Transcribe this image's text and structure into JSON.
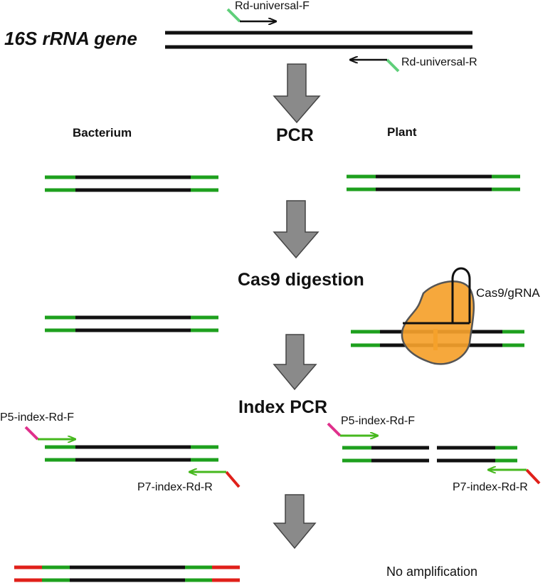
{
  "gene_label": "16S rRNA gene",
  "primers": {
    "universal_f": "Rd-universal-F",
    "universal_r": "Rd-universal-R",
    "p5": "P5-index-Rd-F",
    "p7": "P7-index-Rd-R"
  },
  "steps": {
    "pcr": "PCR",
    "cas9": "Cas9 digestion",
    "index_pcr": "Index PCR"
  },
  "columns": {
    "bacterium": "Bacterium",
    "plant": "Plant"
  },
  "enzyme_label": "Cas9/gRNA",
  "result_plant": "No amplification",
  "colors": {
    "dna": "#111111",
    "adapter_green": "#1ea01e",
    "universal_tail": "#5fcf7a",
    "primer_arrow_green": "#46b81e",
    "p5_tail": "#e0308c",
    "p7_tail": "#e0201a",
    "index_red": "#e0201a",
    "cas9_fill": "#f5a12b",
    "cas9_stroke": "#555555",
    "arrow_fill": "#8a8a8a",
    "arrow_stroke": "#444444"
  }
}
